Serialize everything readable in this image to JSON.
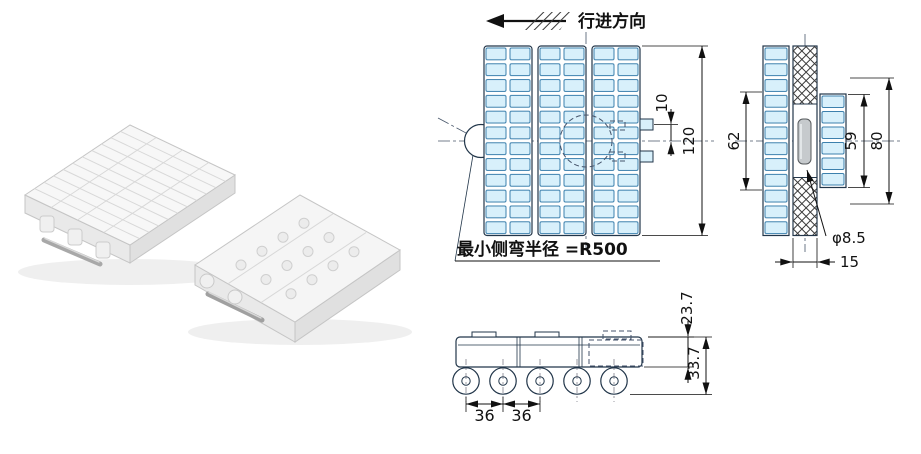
{
  "drawing": {
    "direction_label": "行进方向",
    "min_radius_note": "最小侧弯半径 =R500",
    "dims": {
      "tab_offset": "10",
      "belt_width": "120",
      "hinge_width": "62",
      "pin_span": "59",
      "overall_width": "80",
      "pin_diameter": "φ8.5",
      "plate_thickness": "15",
      "module_height": "23.7",
      "overall_height": "33.7",
      "pitch_a": "36",
      "pitch_b": "36"
    },
    "colors": {
      "cell_fill": "#d8f0fb",
      "cell_stroke": "#3c80ad",
      "outline": "#22364a",
      "dimension": "#111111",
      "hatch": "#3a3a3a",
      "pin_gray": "#c6cacd",
      "photo_gray": "#f6f6f6"
    }
  }
}
